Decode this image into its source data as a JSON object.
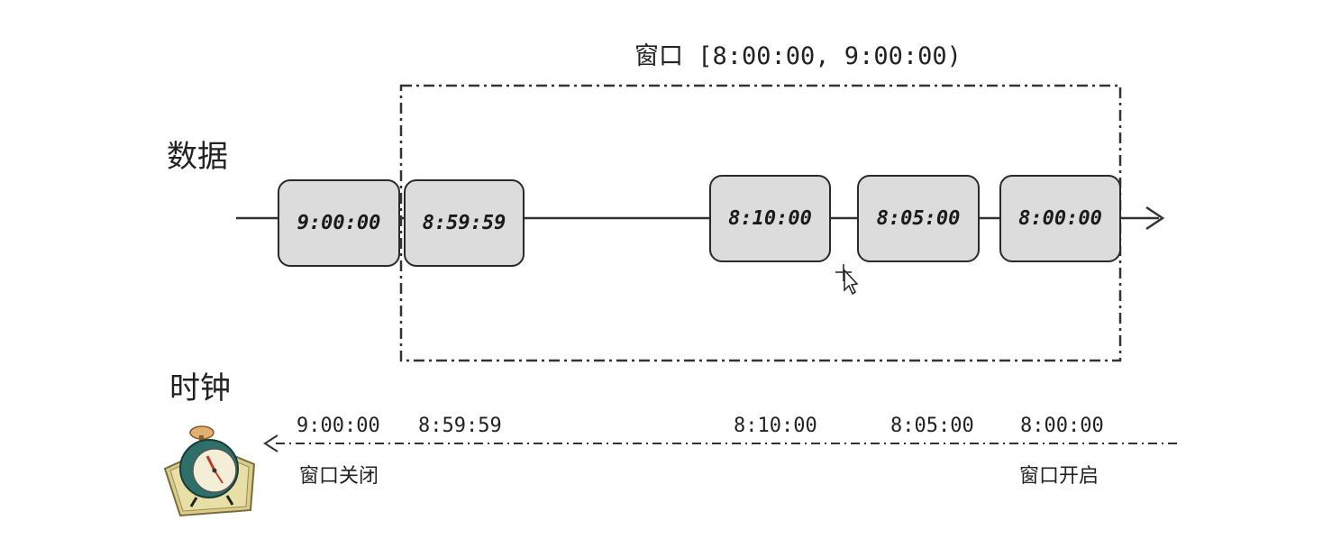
{
  "window_title": "窗口 [8:00:00, 9:00:00)",
  "sections": {
    "data": "数据",
    "clock": "时钟"
  },
  "events": [
    {
      "time": "9:00:00",
      "in_window": false
    },
    {
      "time": "8:59:59",
      "in_window": true
    },
    {
      "time": "8:10:00",
      "in_window": true
    },
    {
      "time": "8:05:00",
      "in_window": true
    },
    {
      "time": "8:00:00",
      "in_window": true
    }
  ],
  "clock_ticks": [
    "9:00:00",
    "8:59:59",
    "8:10:00",
    "8:05:00",
    "8:00:00"
  ],
  "captions": {
    "window_close": "窗口关闭",
    "window_open": "窗口开启"
  },
  "icons": {
    "clock": "alarm-clock-icon",
    "cursor": "move-cursor-icon"
  }
}
